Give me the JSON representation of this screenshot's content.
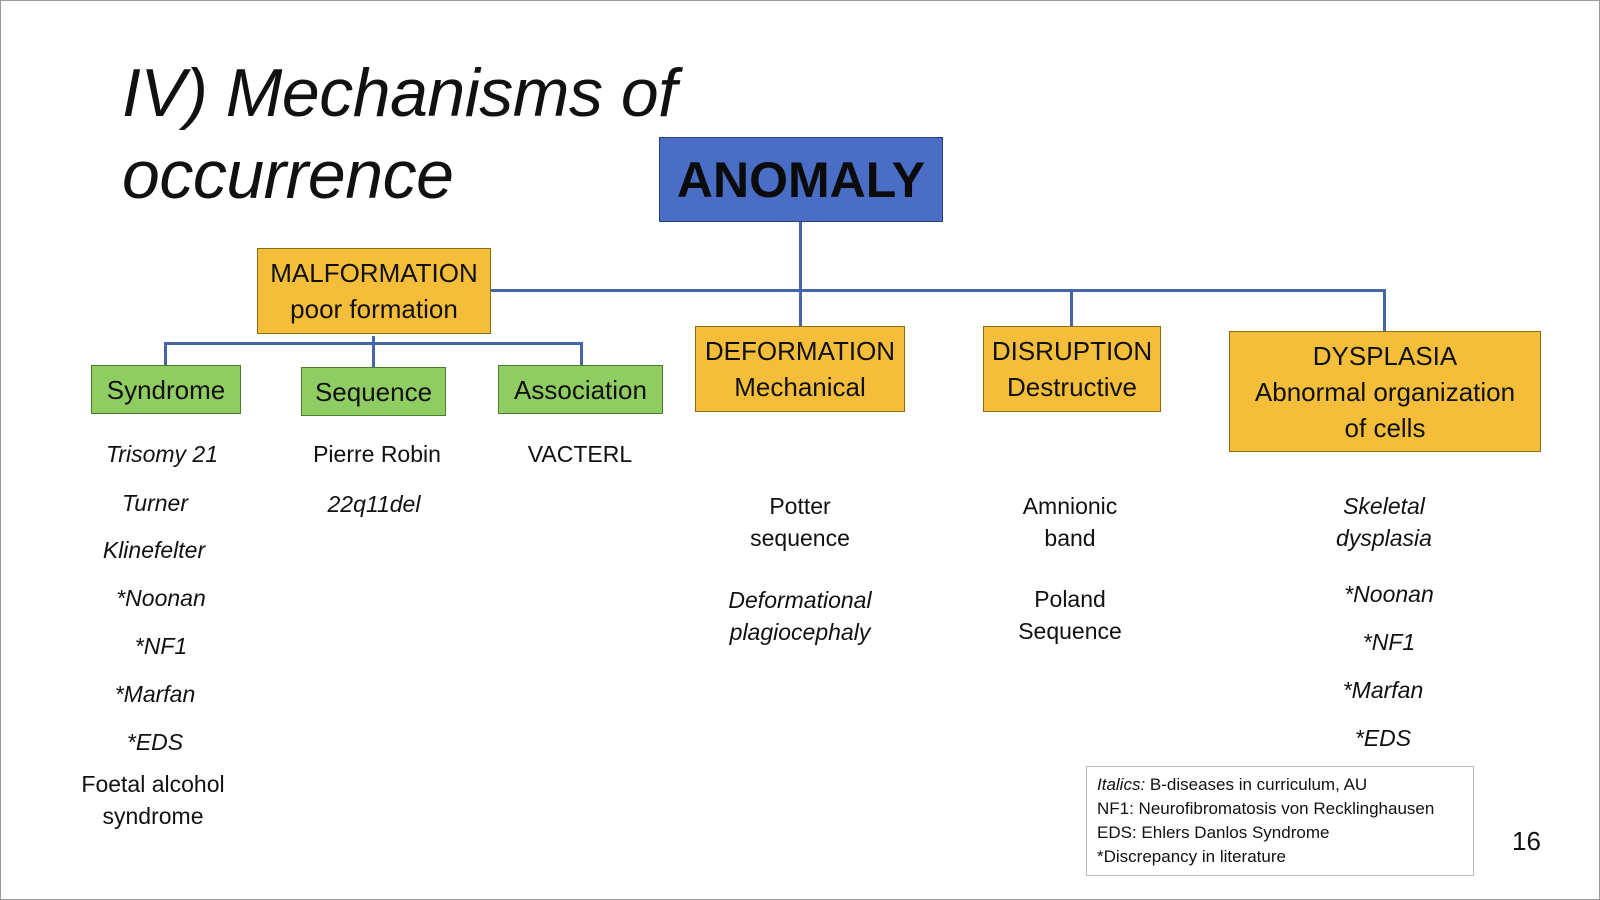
{
  "slide": {
    "title_line1": "IV) Mechanisms of",
    "title_line2": "occurrence",
    "page_number": "16"
  },
  "diagram": {
    "root": "ANOMALY",
    "malformation": {
      "line1": "MALFORMATION",
      "line2": "poor formation"
    },
    "deformation": {
      "line1": "DEFORMATION",
      "line2": "Mechanical"
    },
    "disruption": {
      "line1": "DISRUPTION",
      "line2": "Destructive"
    },
    "dysplasia": {
      "line1": "DYSPLASIA",
      "line2": "Abnormal organization",
      "line3": "of cells"
    },
    "syndrome": "Syndrome",
    "sequence": "Sequence",
    "association": "Association"
  },
  "examples": {
    "syndrome": [
      "Trisomy 21",
      "Turner",
      "Klinefelter",
      "*Noonan",
      "*NF1",
      "*Marfan",
      "*EDS"
    ],
    "syndrome_extra": {
      "line1": "Foetal alcohol",
      "line2": "syndrome"
    },
    "sequence": [
      "Pierre Robin",
      "22q11del"
    ],
    "association": [
      "VACTERL"
    ],
    "deformation": {
      "potter1": "Potter",
      "potter2": "sequence",
      "plagio1": "Deformational",
      "plagio2": "plagiocephaly"
    },
    "disruption": {
      "amnio1": "Amnionic",
      "amnio2": "band",
      "poland1": "Poland",
      "poland2": "Sequence"
    },
    "dysplasia": {
      "skel1": "Skeletal",
      "skel2": "dysplasia",
      "list": [
        "*Noonan",
        "*NF1",
        "*Marfan",
        "*EDS"
      ]
    }
  },
  "legend": {
    "italics_label": "Italics:",
    "italics_text": " B-diseases in curriculum, AU",
    "nf1": "NF1: Neurofibromatosis von Recklinghausen",
    "eds": "EDS: Ehlers Danlos Syndrome",
    "discrepancy": "*Discrepancy in literature"
  },
  "colors": {
    "root_box": "#4a6ec5",
    "category_box": "#f4bd3a",
    "subcategory_box": "#8fcd62",
    "connector": "#4466aa"
  }
}
